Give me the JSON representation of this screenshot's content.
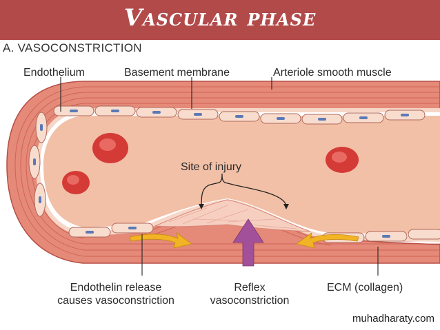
{
  "slide": {
    "title": "Vascular phase",
    "subtitle": "A. VASOCONSTRICTION"
  },
  "labels": {
    "endothelium": "Endothelium",
    "basement_membrane": "Basement membrane",
    "smooth_muscle": "Arteriole smooth muscle",
    "site_of_injury": "Site of injury",
    "endothelin_line1": "Endothelin release",
    "endothelin_line2": "causes vasoconstriction",
    "reflex_line1": "Reflex",
    "reflex_line2": "vasoconstriction",
    "ecm": "ECM (collagen)"
  },
  "watermark": "muhadharaty.com",
  "colors": {
    "title_bar": "#b24a4a",
    "vessel_wall": "#e58a78",
    "lumen": "#f2c0a7",
    "red_cell": "#d43a36",
    "endothelial_nucleus": "#5b79b6",
    "endothelin_arrow": "#f2b324",
    "reflex_arrow": "#a2509a"
  }
}
